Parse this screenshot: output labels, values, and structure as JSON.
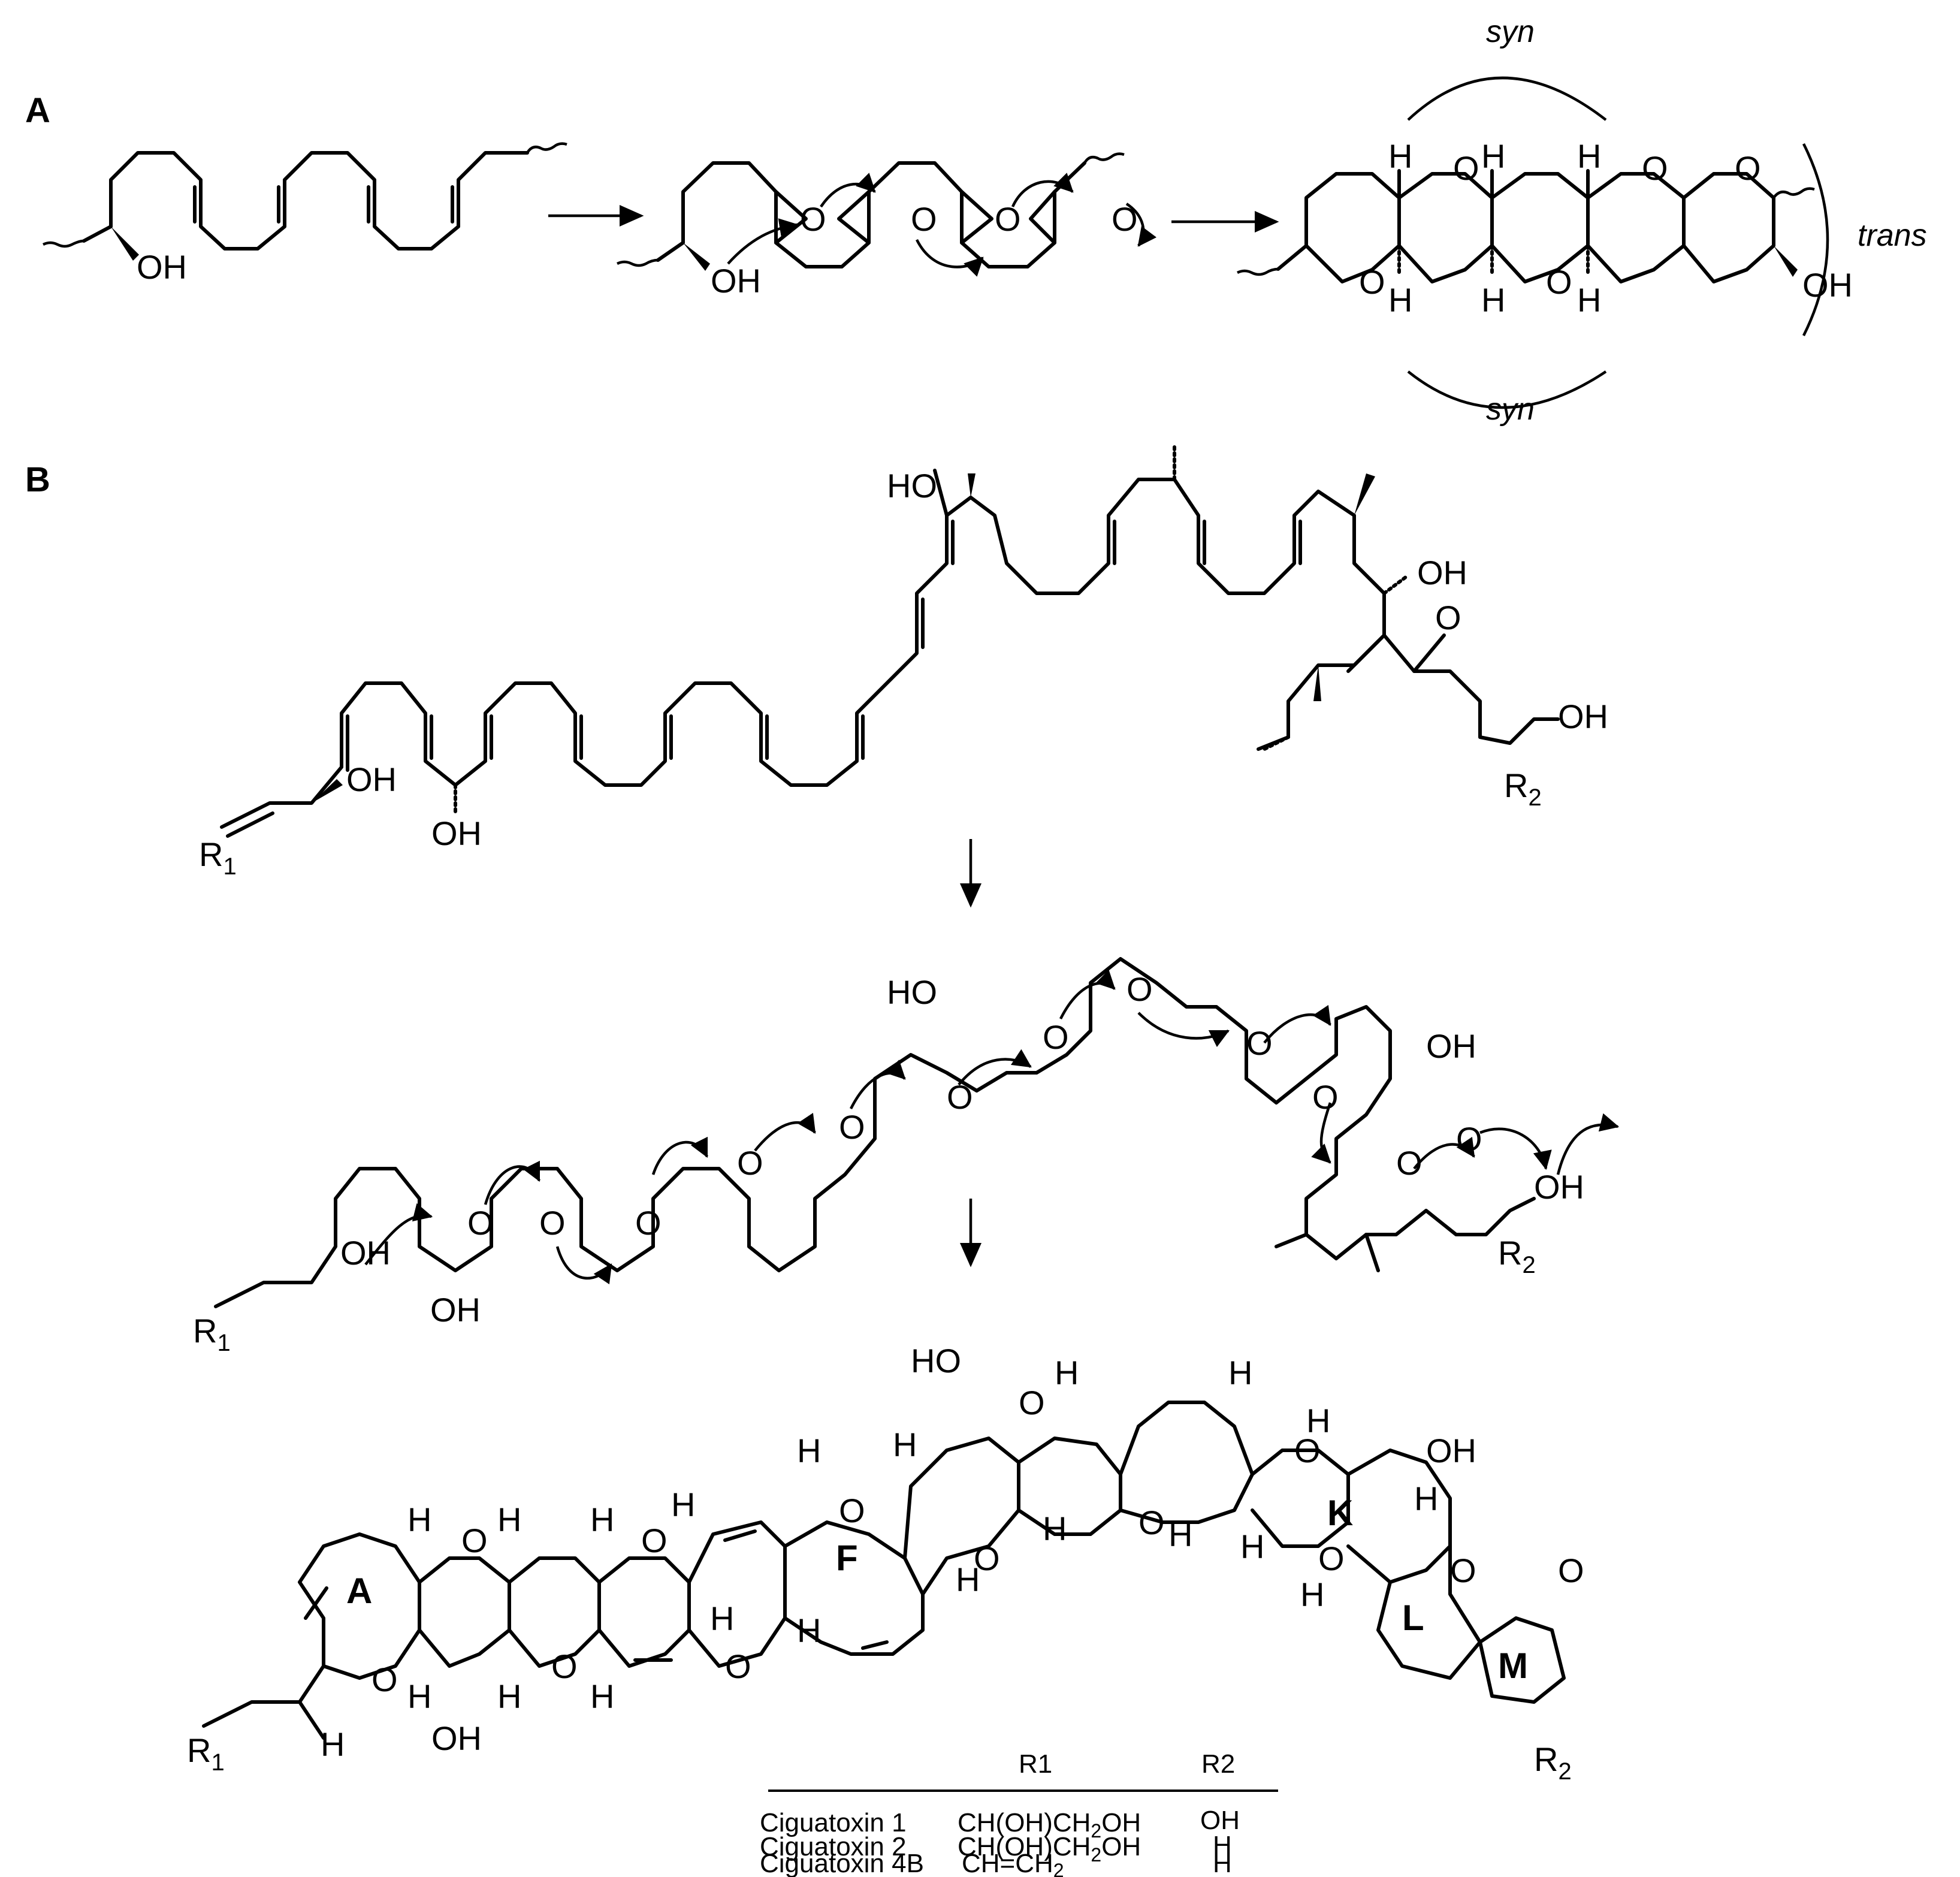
{
  "panels": {
    "a": "A",
    "b": "B"
  },
  "panel_a": {
    "syn_top": "syn",
    "syn_bottom": "syn",
    "trans": "trans"
  },
  "atoms": {
    "hydroxyl": "OH",
    "hydroxyl_left": "HO",
    "oxygen": "O",
    "hydrogen": "H",
    "r1": "R",
    "r1_sub": "1",
    "r2": "R",
    "r2_sub": "2"
  },
  "rings": {
    "a": "A",
    "f": "F",
    "k": "K",
    "l": "L",
    "m": "M"
  },
  "table": {
    "headers": [
      "R1",
      "R2"
    ],
    "rows": [
      {
        "name": "Ciguatoxin 1",
        "r1_main": "CH(OH)CH",
        "r1_sub": "2",
        "r1_tail": "OH",
        "r2": "OH"
      },
      {
        "name": "Ciguatoxin 2",
        "r1_main": "CH(OH)CH",
        "r1_sub": "2",
        "r1_tail": "OH",
        "r2": "H"
      },
      {
        "name": "Ciguatoxin 4B",
        "r1_main": "CH=CH",
        "r1_sub": "2",
        "r1_tail": "",
        "r2": "H"
      }
    ]
  }
}
